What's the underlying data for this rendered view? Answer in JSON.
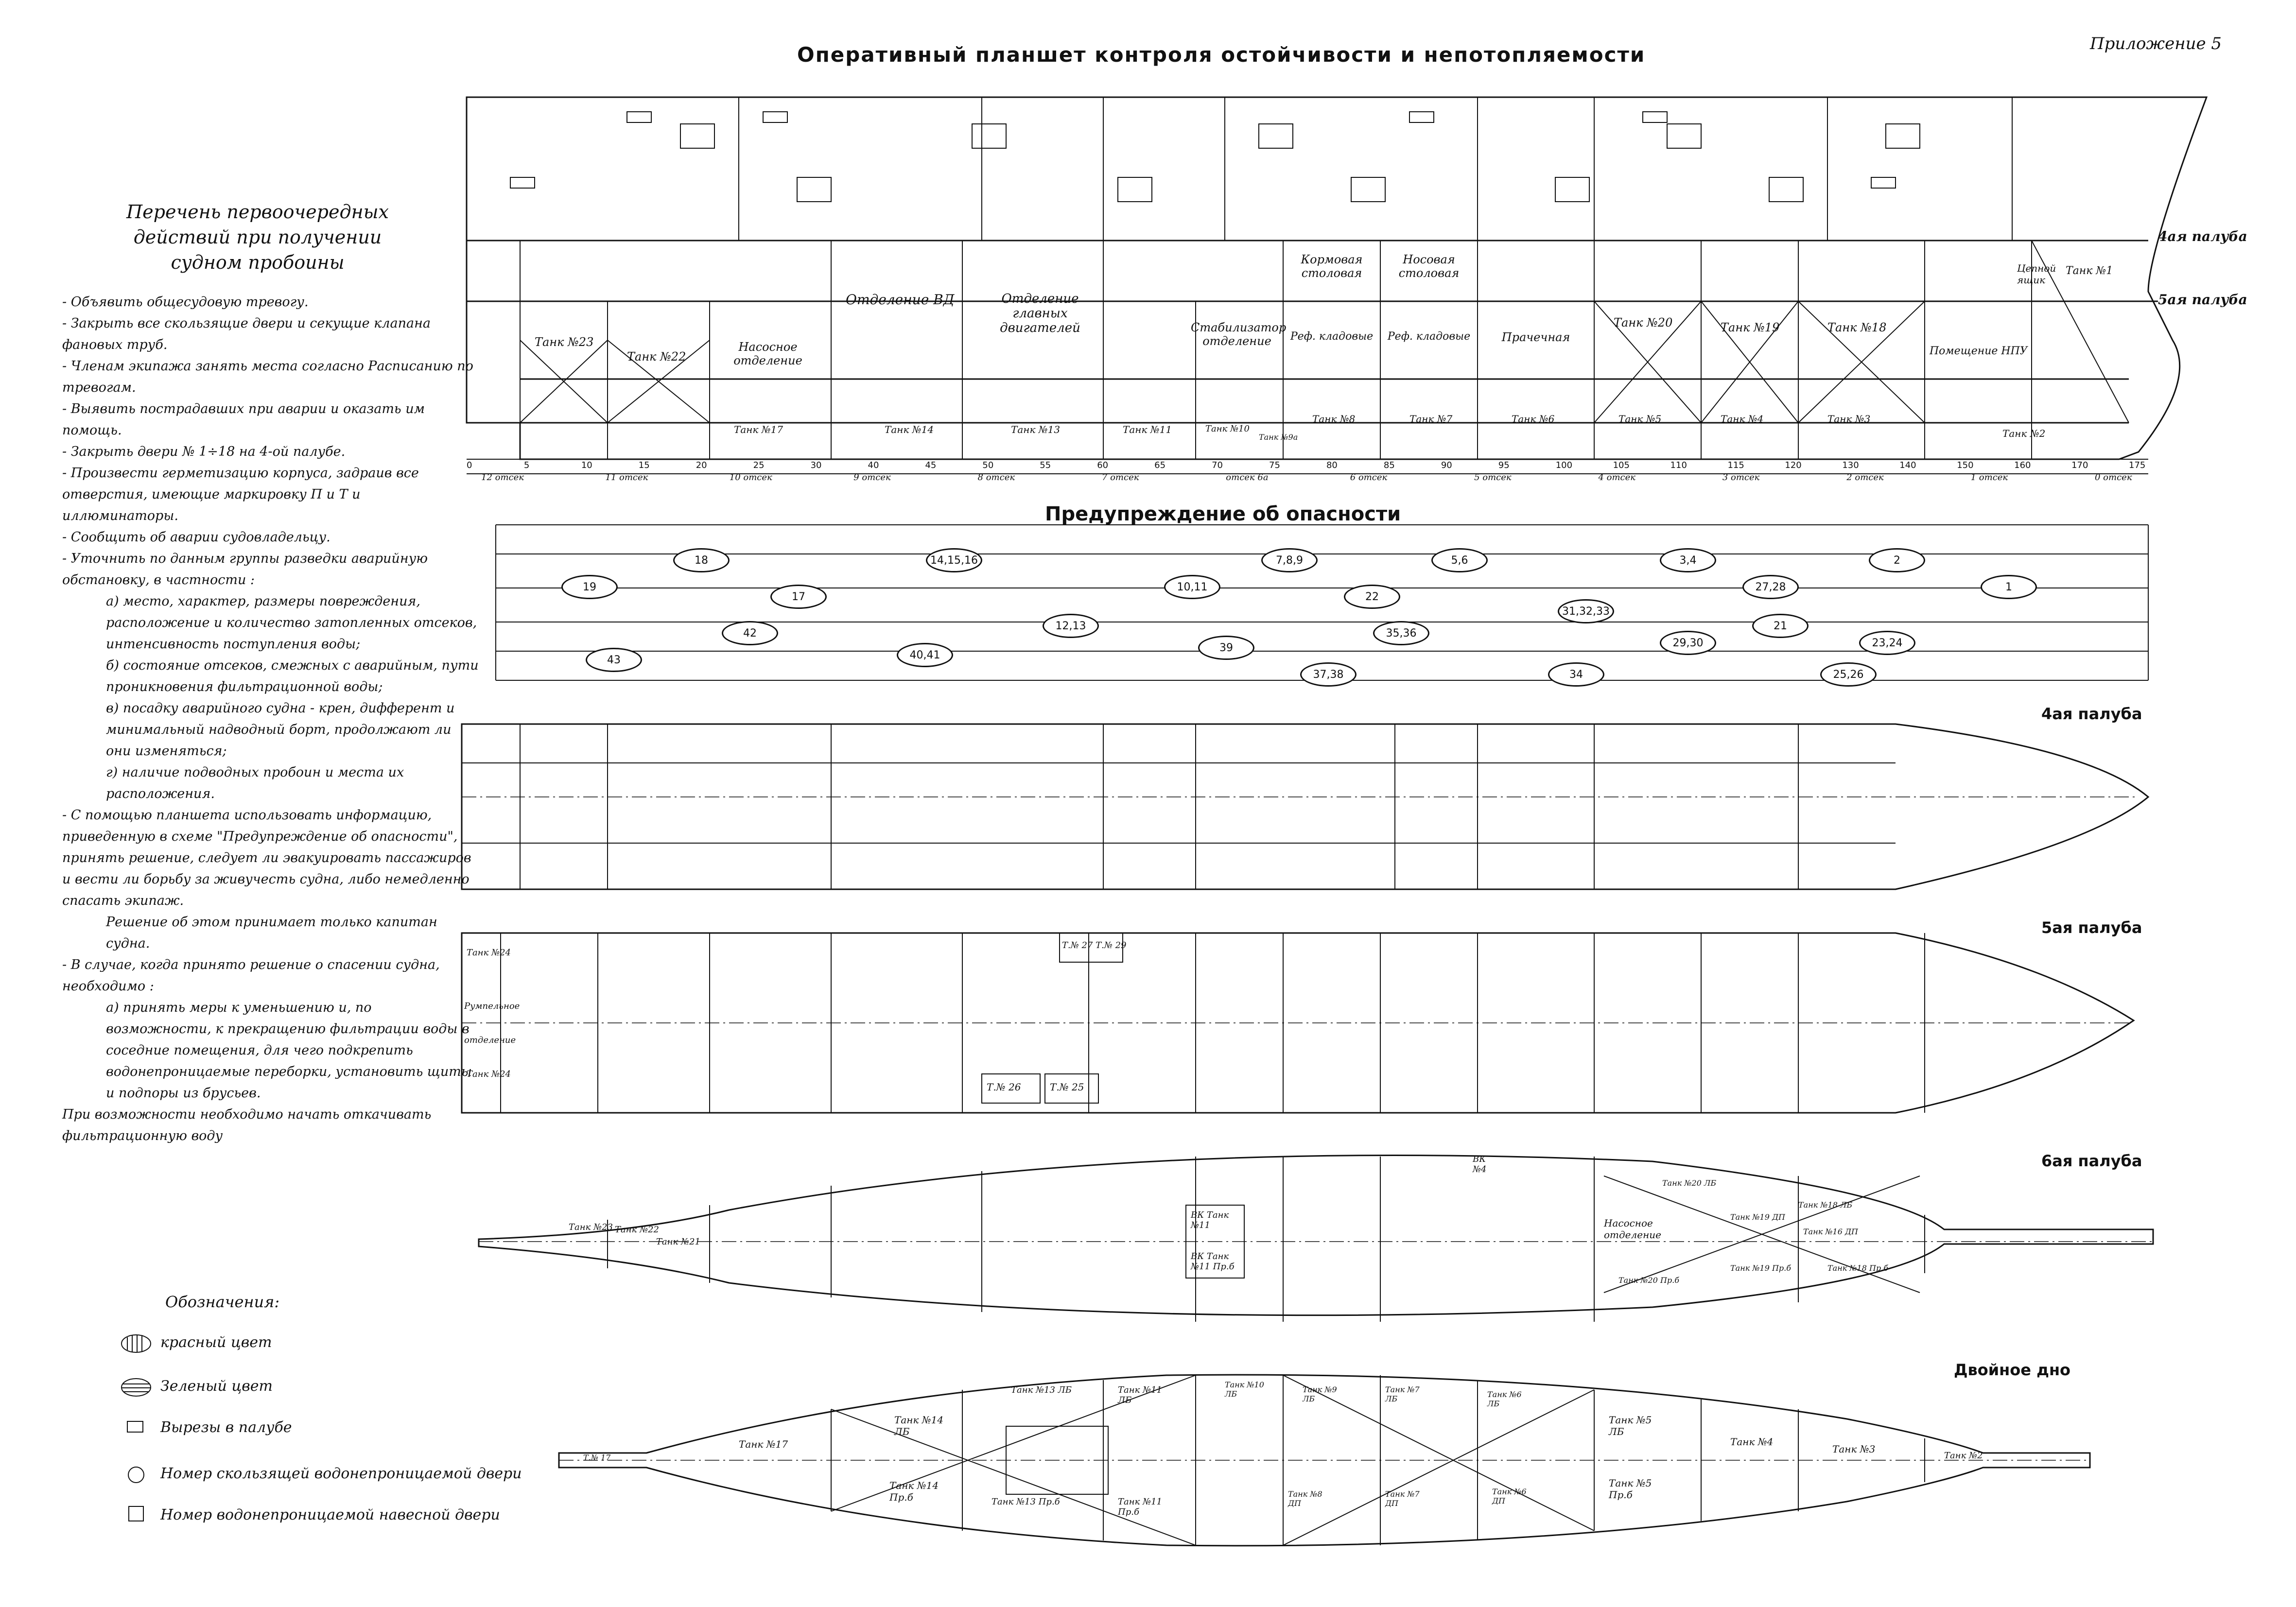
{
  "header": {
    "title": "Оперативный планшет контроля остойчивости и непотопляемости",
    "appendix": "Приложение 5"
  },
  "actions": {
    "title_lines": [
      "Перечень первоочередных",
      "действий при получении",
      "судном пробоины"
    ],
    "items": [
      "- Объявить общесудовую тревогу.",
      "- Закрыть все скользящие двери и секущие клапана фановых труб.",
      "- Членам экипажа занять места согласно Расписанию по тревогам.",
      "- Выявить пострадавших при аварии и оказать им помощь.",
      "- Закрыть двери № 1÷18 на 4-ой палубе.",
      "- Произвести герметизацию корпуса, задраив все отверстия, имеющие маркировку П и Т и иллюминаторы.",
      "- Сообщить об аварии судовладельцу.",
      "- Уточнить по данным группы разведки аварийную обстановку, в частности :",
      "а) место, характер, размеры повреждения, расположение и количество затопленных отсеков, интенсивность поступления воды;",
      "б) состояние отсеков, смежных с аварийным, пути проникновения фильтрационной воды;",
      "в) посадку аварийного судна - крен, дифферент и минимальный надводный борт, продолжают ли они изменяться;",
      "г) наличие подводных пробоин и места их расположения.",
      "- С помощью планшета использовать информацию, приведенную в схеме \"Предупреждение об опасности\", принять решение, следует ли эвакуировать пассажиров и вести ли борьбу за живучесть судна, либо немедленно спасать экипаж.",
      "Решение об этом принимает только капитан судна.",
      "- В случае, когда принято решение о спасении судна, необходимо :",
      "а) принять меры к уменьшению и, по возможности, к прекращению фильтрации воды в соседние помещения, для чего подкрепить водонепроницаемые переборки, установить щиты и подпоры из брусьев.",
      "При возможности необходимо начать откачивать фильтрационную воду"
    ]
  },
  "profile": {
    "deck_labels": [
      "4ая палуба",
      "5ая палуба"
    ],
    "compartments": [
      "Танк №23",
      "Танк №22",
      "Насосное отделение",
      "Отделение ВД",
      "Отделение главных двигателей",
      "Стабилизатор отделение",
      "Кормовая столовая",
      "Носовая столовая",
      "Реф. кладовые",
      "Реф. кладовые",
      "Прачечная",
      "Танк №20",
      "Танк №19",
      "Танк №18",
      "Помещение НПУ",
      "Цепной ящик",
      "Танк №1"
    ],
    "bottom_tanks": [
      "Танк №17",
      "Танк №14",
      "Танк №13",
      "Танк №11",
      "Танк №10",
      "Танк №9а",
      "Танк №8",
      "Танк №7",
      "Танк №6",
      "Танк №5",
      "Танк №4",
      "Танк №3",
      "Танк №2"
    ],
    "frames": [
      "0",
      "5",
      "10",
      "15",
      "20",
      "25",
      "30",
      "40",
      "45",
      "50",
      "55",
      "60",
      "65",
      "70",
      "75",
      "80",
      "85",
      "90",
      "95",
      "100",
      "105",
      "110",
      "115",
      "120",
      "130",
      "140",
      "150",
      "160",
      "170",
      "175"
    ],
    "sections": [
      "12 отсек",
      "11 отсек",
      "10 отсек",
      "9 отсек",
      "8 отсек",
      "7 отсек",
      "отсек 6а",
      "6 отсек",
      "5 отсек",
      "4 отсек",
      "3 отсек",
      "2 отсек",
      "1 отсек",
      "0 отсек"
    ]
  },
  "warning": {
    "title": "Предупреждение об опасности",
    "markers": [
      "19",
      "18",
      "17",
      "14,15,16",
      "12,13",
      "10,11",
      "7,8,9",
      "22",
      "5,6",
      "31,32,33",
      "3,4",
      "27,28",
      "2",
      "1",
      "43",
      "42",
      "40,41",
      "39",
      "37,38",
      "35,36",
      "34",
      "29,30",
      "21",
      "25,26",
      "23,24"
    ]
  },
  "decks": {
    "deck4": "4ая палуба",
    "deck5": "5ая палуба",
    "deck6": "6ая палуба",
    "double_bottom": "Двойное дно",
    "deck5_labels": [
      "Танк №24",
      "Румпельное",
      "отделение",
      "Танк №24",
      "Т.№ 26",
      "Т.№ 25",
      "Т.№ 27 Т.№ 29"
    ],
    "deck6_labels": [
      "Танк №23",
      "Танк №22",
      "Танк №21",
      "ВК Танк №11",
      "ВК Танк №11 Пр.б",
      "Насосное отделение",
      "Танк №20 ЛБ",
      "Танк №19 ДП",
      "Танк №18 ЛБ",
      "Танк №16 ДП",
      "Танк №20 Пр.б",
      "Танк №19 Пр.б",
      "Танк №18 Пр.б",
      "ВК №4"
    ],
    "bottom_labels": [
      "Т.№ 17",
      "Танк №17",
      "Танк №14 ЛБ",
      "Танк №14 Пр.б",
      "Танк №13 ЛБ",
      "Танк №13 Пр.б",
      "Танк №11 ЛБ",
      "Танк №11 Пр.б",
      "Танк №10 ЛБ",
      "Танк №9 ЛБ",
      "Танк №8 ДП",
      "Танк №7 ЛБ",
      "Танк №7 ДП",
      "Танк №6 ЛБ",
      "Танк №6 ДП",
      "Танк №5 ЛБ",
      "Танк №5 Пр.б",
      "Танк №4",
      "Танк №3",
      "Танк №2"
    ]
  },
  "legend": {
    "title": "Обозначения:",
    "items": [
      "красный цвет",
      "Зеленый цвет",
      "Вырезы в палубе",
      "Номер скользящей водонепроницаемой двери",
      "Номер водонепроницаемой навесной двери"
    ]
  }
}
